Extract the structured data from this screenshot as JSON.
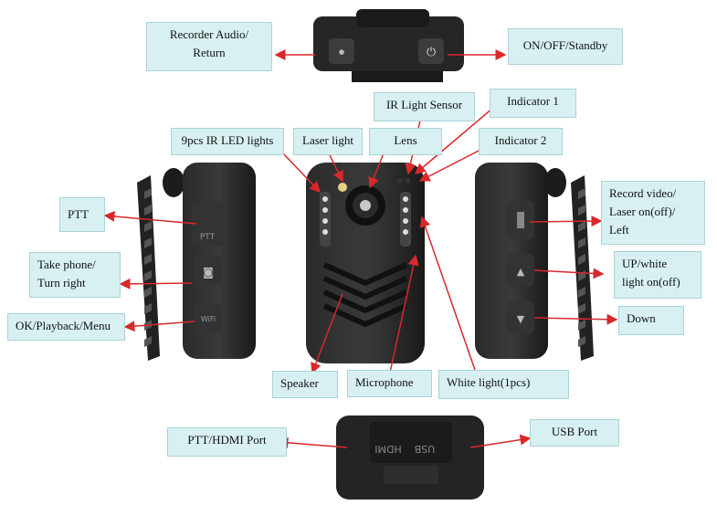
{
  "labels": {
    "recorder_audio": "Recorder Audio/\nReturn",
    "on_off": "ON/OFF/Standby",
    "ir_sensor": "IR Light Sensor",
    "indicator1": "Indicator 1",
    "ir_led": "9pcs IR LED lights",
    "laser_light": "Laser light",
    "lens": "Lens",
    "indicator2": "Indicator 2",
    "ptt": "PTT",
    "take_phone": "Take phone/\nTurn right",
    "ok_playback": "OK/Playback/Menu",
    "record_video": "Record video/\nLaser on(off)/\nLeft",
    "up_white": "UP/white\nlight on(off)",
    "down": "Down",
    "speaker": "Speaker",
    "microphone": "Microphone",
    "white_light": "White light(1pcs)",
    "ptt_hdmi": "PTT/HDMI Port",
    "usb_port": "USB Port"
  },
  "device_text": {
    "ptt_button": "PTT",
    "wifi_button": "WiFi",
    "hdmi_port": "HDMI",
    "usb_port": "USB"
  },
  "colors": {
    "label_bg": "#d8f0f2",
    "arrow": "#d9282b",
    "device": "#1c1c1c"
  }
}
